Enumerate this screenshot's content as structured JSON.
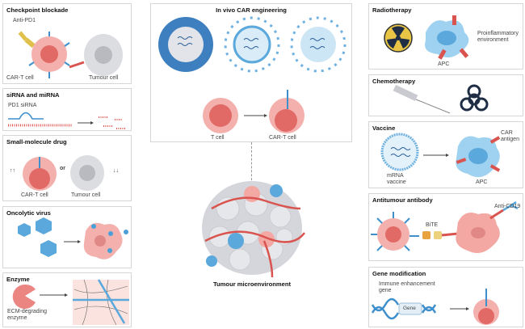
{
  "left": {
    "checkpoint": {
      "title": "Checkpoint blockade",
      "drug": "Anti-PD1",
      "cell1": "CAR-T cell",
      "cell2": "Tumour cell"
    },
    "sirna": {
      "title": "siRNA and miRNA",
      "label": "PD1 siRNA"
    },
    "small_molecule": {
      "title": "Small-molecule drug",
      "up": "↑↑",
      "or": "or",
      "down": "↓↓",
      "cell1": "CAR-T cell",
      "cell2": "Tumour cell"
    },
    "oncolytic": {
      "title": "Oncolytic virus"
    },
    "enzyme": {
      "title": "Enzyme",
      "label": "ECM-degrading enzyme"
    }
  },
  "center": {
    "title": "In vivo CAR engineering",
    "cell1": "T cell",
    "cell2": "CAR-T cell",
    "tumour_label": "Tumour microenvironment"
  },
  "right": {
    "radiotherapy": {
      "title": "Radiotherapy",
      "apc": "APC",
      "effect": "Proinflammatory environment"
    },
    "chemotherapy": {
      "title": "Chemotherapy"
    },
    "vaccine": {
      "title": "Vaccine",
      "vaccine_label": "mRNA vaccine",
      "antigen": "CAR antigen",
      "apc": "APC"
    },
    "antibody": {
      "title": "Antitumour antibody",
      "bite": "BiTE",
      "anti": "Anti-CD19"
    },
    "gene": {
      "title": "Gene modification",
      "label": "Immune enhancement gene",
      "gene": "Gene"
    }
  },
  "colors": {
    "pink": "#f1a3a0",
    "red": "#e06a68",
    "blue": "#4a9fd6",
    "grey": "#d9dadd",
    "yellow": "#e6c24a"
  }
}
